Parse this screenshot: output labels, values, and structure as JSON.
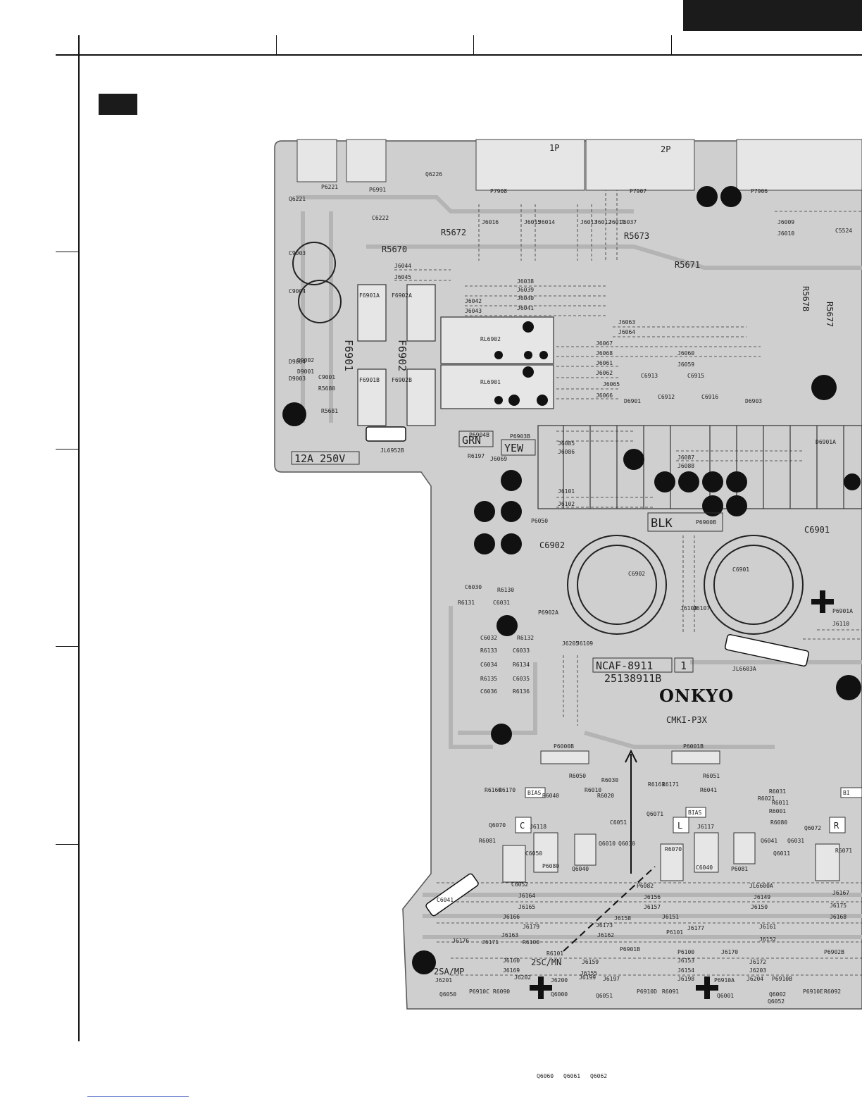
{
  "board": {
    "model_code": "NCAF-8911",
    "revision": "1",
    "part_number": "25138911B",
    "brand": "ONKYO",
    "cert_marks": "CMKI-P3X",
    "fuse_rating": "12A 250V"
  },
  "connectors": {
    "p1": "1P",
    "p2": "2P",
    "grn": "GRN",
    "yew": "YEW",
    "blk": "BLK",
    "channel_c": "C",
    "channel_l": "L",
    "channel_r": "R",
    "bias_1": "BIAS",
    "bias_2": "BIAS",
    "bias_3": "BI",
    "out_2sa": "2SA/MP",
    "out_2sc": "2SC/MN"
  },
  "resistors": {
    "r5670": "R5670",
    "r5672": "R5672",
    "r5673": "R5673",
    "r5671": "R5671",
    "r5678": "R5678",
    "r5677": "R5677"
  },
  "fuses": {
    "f6901": "F6901",
    "f6902": "F6902"
  },
  "capacitors": {
    "c6902": "C6902",
    "c6901": "C6901",
    "c6902_in": "C6902",
    "c6901_in": "C6901"
  },
  "relays": {
    "rl6902": "RL6902",
    "rl6901": "RL6901"
  },
  "small_labels": [
    "P6221",
    "P6991",
    "Q6226",
    "Q6221",
    "C6222",
    "P7908",
    "P7907",
    "P7906",
    "J6016",
    "J6015",
    "J6014",
    "J6013",
    "J6012",
    "J6011",
    "J6037",
    "J6009",
    "J6010",
    "C5524",
    "J6044",
    "J6045",
    "C9003",
    "C9004",
    "F6901A",
    "F6902A",
    "F6901B",
    "F6902B",
    "J6038",
    "J6039",
    "J6040",
    "J6042",
    "J6043",
    "J6041",
    "J6063",
    "J6064",
    "J6067",
    "J6068",
    "J6061",
    "J6062",
    "J6065",
    "J6066",
    "J6059",
    "J6060",
    "C6913",
    "C6915",
    "C6912",
    "C6916",
    "D6901",
    "D6903",
    "D6901A",
    "D9003",
    "D9001",
    "D9004",
    "D9002",
    "C9001",
    "R5680",
    "R5681",
    "JL6952B",
    "P6904B",
    "P6903B",
    "R6197",
    "J6069",
    "J6085",
    "J6086",
    "J6087",
    "J6088",
    "J6101",
    "J6102",
    "P6900B",
    "P6050",
    "C6030",
    "R6130",
    "R6131",
    "C6031",
    "P6902A",
    "J6108",
    "J6107",
    "P6901A",
    "J6110",
    "C6032",
    "R6132",
    "R6133",
    "C6033",
    "C6034",
    "R6134",
    "R6135",
    "C6035",
    "C6036",
    "R6136",
    "J6205",
    "J6109",
    "JL6603A",
    "P6000B",
    "P6001B",
    "R6050",
    "R6051",
    "R6030",
    "R6031",
    "R6160",
    "R6170",
    "R6040",
    "R6010",
    "R6020",
    "R6161",
    "R6171",
    "R6041",
    "R6021",
    "R6011",
    "R6001",
    "Q6070",
    "Q6071",
    "Q6072",
    "J6118",
    "J6117",
    "C6051",
    "R6080",
    "R6081",
    "C6050",
    "P6080",
    "Q6040",
    "Q6010",
    "Q6030",
    "R6070",
    "C6040",
    "P6081",
    "Q6041",
    "Q6011",
    "Q6031",
    "R6071",
    "C6041",
    "C6052",
    "P6082",
    "JL6600A",
    "J6167",
    "J6164",
    "J6156",
    "J6149",
    "J6175",
    "J6165",
    "J6157",
    "J6150",
    "J6168",
    "J6166",
    "J6158",
    "J6151",
    "J6179",
    "J6173",
    "J6161",
    "J6163",
    "J6162",
    "J6152",
    "J6176",
    "J6171",
    "P6101",
    "J6177",
    "R6100",
    "R6101",
    "P6901B",
    "P6100",
    "J6170",
    "P6902B",
    "J6160",
    "J6159",
    "J6153",
    "J6172",
    "J6169",
    "J6155",
    "J6154",
    "J6203",
    "J6202",
    "J6199",
    "J6198",
    "J6204",
    "J6201",
    "J6200",
    "J6197",
    "P6910A",
    "P6910B",
    "P6910C",
    "P6910D",
    "P6910E",
    "R6090",
    "R6091",
    "R6092",
    "Q6000",
    "Q6001",
    "Q6002",
    "Q6050",
    "Q6051",
    "Q6052",
    "Q6060",
    "Q6061",
    "Q6062"
  ]
}
